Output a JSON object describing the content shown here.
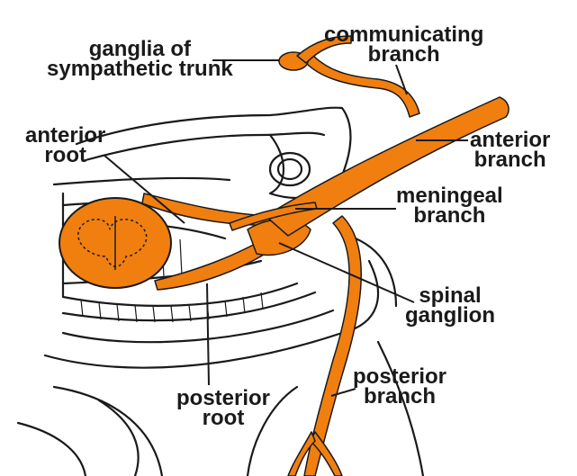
{
  "labels": {
    "ganglia_sympathetic_trunk": [
      "ganglia of",
      "sympathetic trunk"
    ],
    "communicating_branch": [
      "communicating",
      "branch"
    ],
    "anterior_root": [
      "anterior",
      "root"
    ],
    "anterior_branch": [
      "anterior",
      "branch"
    ],
    "meningeal_branch": [
      "meningeal",
      "branch"
    ],
    "spinal_ganglion": [
      "spinal",
      "ganglion"
    ],
    "posterior_root": [
      "posterior",
      "root"
    ],
    "posterior_branch": [
      "posterior",
      "branch"
    ]
  },
  "colors": {
    "nerve": "#f07f10",
    "outline": "#1a1a1a",
    "background": "#ffffff"
  }
}
